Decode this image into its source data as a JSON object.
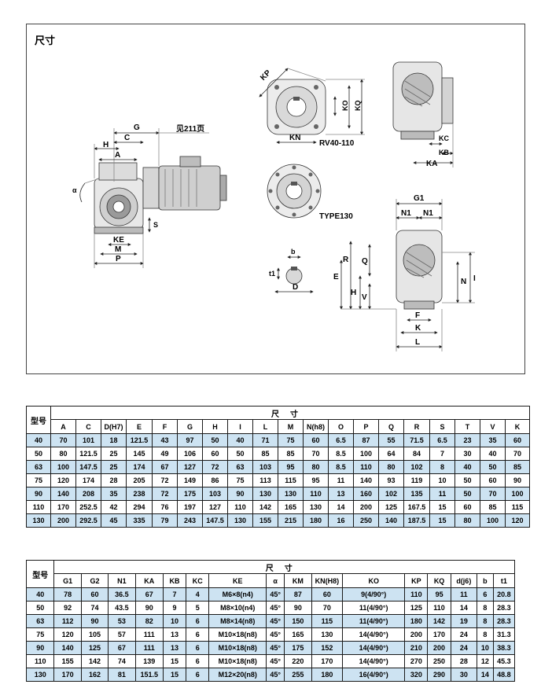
{
  "drawing": {
    "section_title": "尺寸",
    "labels": {
      "G": "G",
      "ref_page": "见211页",
      "H": "H",
      "C": "C",
      "A": "A",
      "alpha": "α",
      "S": "S",
      "KE": "KE",
      "M": "M",
      "P": "P",
      "KP": "KP",
      "KO": "KO",
      "KQ": "KQ",
      "KN": "KN",
      "rv": "RV40-110",
      "KC": "KC",
      "KB": "KB",
      "KA": "KA",
      "type130": "TYPE130",
      "G1": "G1",
      "N1a": "N1",
      "N1b": "N1",
      "R": "R",
      "Q": "Q",
      "E": "E",
      "H2": "H",
      "V": "V",
      "N": "N",
      "I": "I",
      "F": "F",
      "K": "K",
      "L": "L",
      "b": "b",
      "t1": "t1",
      "D": "D"
    }
  },
  "table_a": {
    "model_label": "型号",
    "group_label": "尺寸",
    "columns": [
      "A",
      "C",
      "D(H7)",
      "E",
      "F",
      "G",
      "H",
      "I",
      "L",
      "M",
      "N(h8)",
      "O",
      "P",
      "Q",
      "R",
      "S",
      "T",
      "V",
      "K"
    ],
    "rows": [
      [
        "40",
        "70",
        "101",
        "18",
        "121.5",
        "43",
        "97",
        "50",
        "40",
        "71",
        "75",
        "60",
        "6.5",
        "87",
        "55",
        "71.5",
        "6.5",
        "23",
        "35",
        "60"
      ],
      [
        "50",
        "80",
        "121.5",
        "25",
        "145",
        "49",
        "106",
        "60",
        "50",
        "85",
        "85",
        "70",
        "8.5",
        "100",
        "64",
        "84",
        "7",
        "30",
        "40",
        "70"
      ],
      [
        "63",
        "100",
        "147.5",
        "25",
        "174",
        "67",
        "127",
        "72",
        "63",
        "103",
        "95",
        "80",
        "8.5",
        "110",
        "80",
        "102",
        "8",
        "40",
        "50",
        "85"
      ],
      [
        "75",
        "120",
        "174",
        "28",
        "205",
        "72",
        "149",
        "86",
        "75",
        "113",
        "115",
        "95",
        "11",
        "140",
        "93",
        "119",
        "10",
        "50",
        "60",
        "90"
      ],
      [
        "90",
        "140",
        "208",
        "35",
        "238",
        "72",
        "175",
        "103",
        "90",
        "130",
        "130",
        "110",
        "13",
        "160",
        "102",
        "135",
        "11",
        "50",
        "70",
        "100"
      ],
      [
        "110",
        "170",
        "252.5",
        "42",
        "294",
        "76",
        "197",
        "127",
        "110",
        "142",
        "165",
        "130",
        "14",
        "200",
        "125",
        "167.5",
        "15",
        "60",
        "85",
        "115"
      ],
      [
        "130",
        "200",
        "292.5",
        "45",
        "335",
        "79",
        "243",
        "147.5",
        "130",
        "155",
        "215",
        "180",
        "16",
        "250",
        "140",
        "187.5",
        "15",
        "80",
        "100",
        "120"
      ]
    ]
  },
  "table_b": {
    "model_label": "型号",
    "group_label": "尺寸",
    "columns": [
      "G1",
      "G2",
      "N1",
      "KA",
      "KB",
      "KC",
      "KE",
      "α",
      "KM",
      "KN(H8)",
      "KO",
      "KP",
      "KQ",
      "d(j6)",
      "b",
      "t1"
    ],
    "rows": [
      [
        "40",
        "78",
        "60",
        "36.5",
        "67",
        "7",
        "4",
        "M6×8(n4)",
        "45°",
        "87",
        "60",
        "9(4/90°)",
        "110",
        "95",
        "11",
        "6",
        "20.8"
      ],
      [
        "50",
        "92",
        "74",
        "43.5",
        "90",
        "9",
        "5",
        "M8×10(n4)",
        "45°",
        "90",
        "70",
        "11(4/90°)",
        "125",
        "110",
        "14",
        "8",
        "28.3"
      ],
      [
        "63",
        "112",
        "90",
        "53",
        "82",
        "10",
        "6",
        "M8×14(n8)",
        "45°",
        "150",
        "115",
        "11(4/90°)",
        "180",
        "142",
        "19",
        "8",
        "28.3"
      ],
      [
        "75",
        "120",
        "105",
        "57",
        "111",
        "13",
        "6",
        "M10×18(n8)",
        "45°",
        "165",
        "130",
        "14(4/90°)",
        "200",
        "170",
        "24",
        "8",
        "31.3"
      ],
      [
        "90",
        "140",
        "125",
        "67",
        "111",
        "13",
        "6",
        "M10×18(n8)",
        "45°",
        "175",
        "152",
        "14(4/90°)",
        "210",
        "200",
        "24",
        "10",
        "38.3"
      ],
      [
        "110",
        "155",
        "142",
        "74",
        "139",
        "15",
        "6",
        "M10×18(n8)",
        "45°",
        "220",
        "170",
        "14(4/90°)",
        "270",
        "250",
        "28",
        "12",
        "45.3"
      ],
      [
        "130",
        "170",
        "162",
        "81",
        "151.5",
        "15",
        "6",
        "M12×20(n8)",
        "45°",
        "255",
        "180",
        "16(4/90°)",
        "320",
        "290",
        "30",
        "14",
        "48.8"
      ]
    ]
  }
}
